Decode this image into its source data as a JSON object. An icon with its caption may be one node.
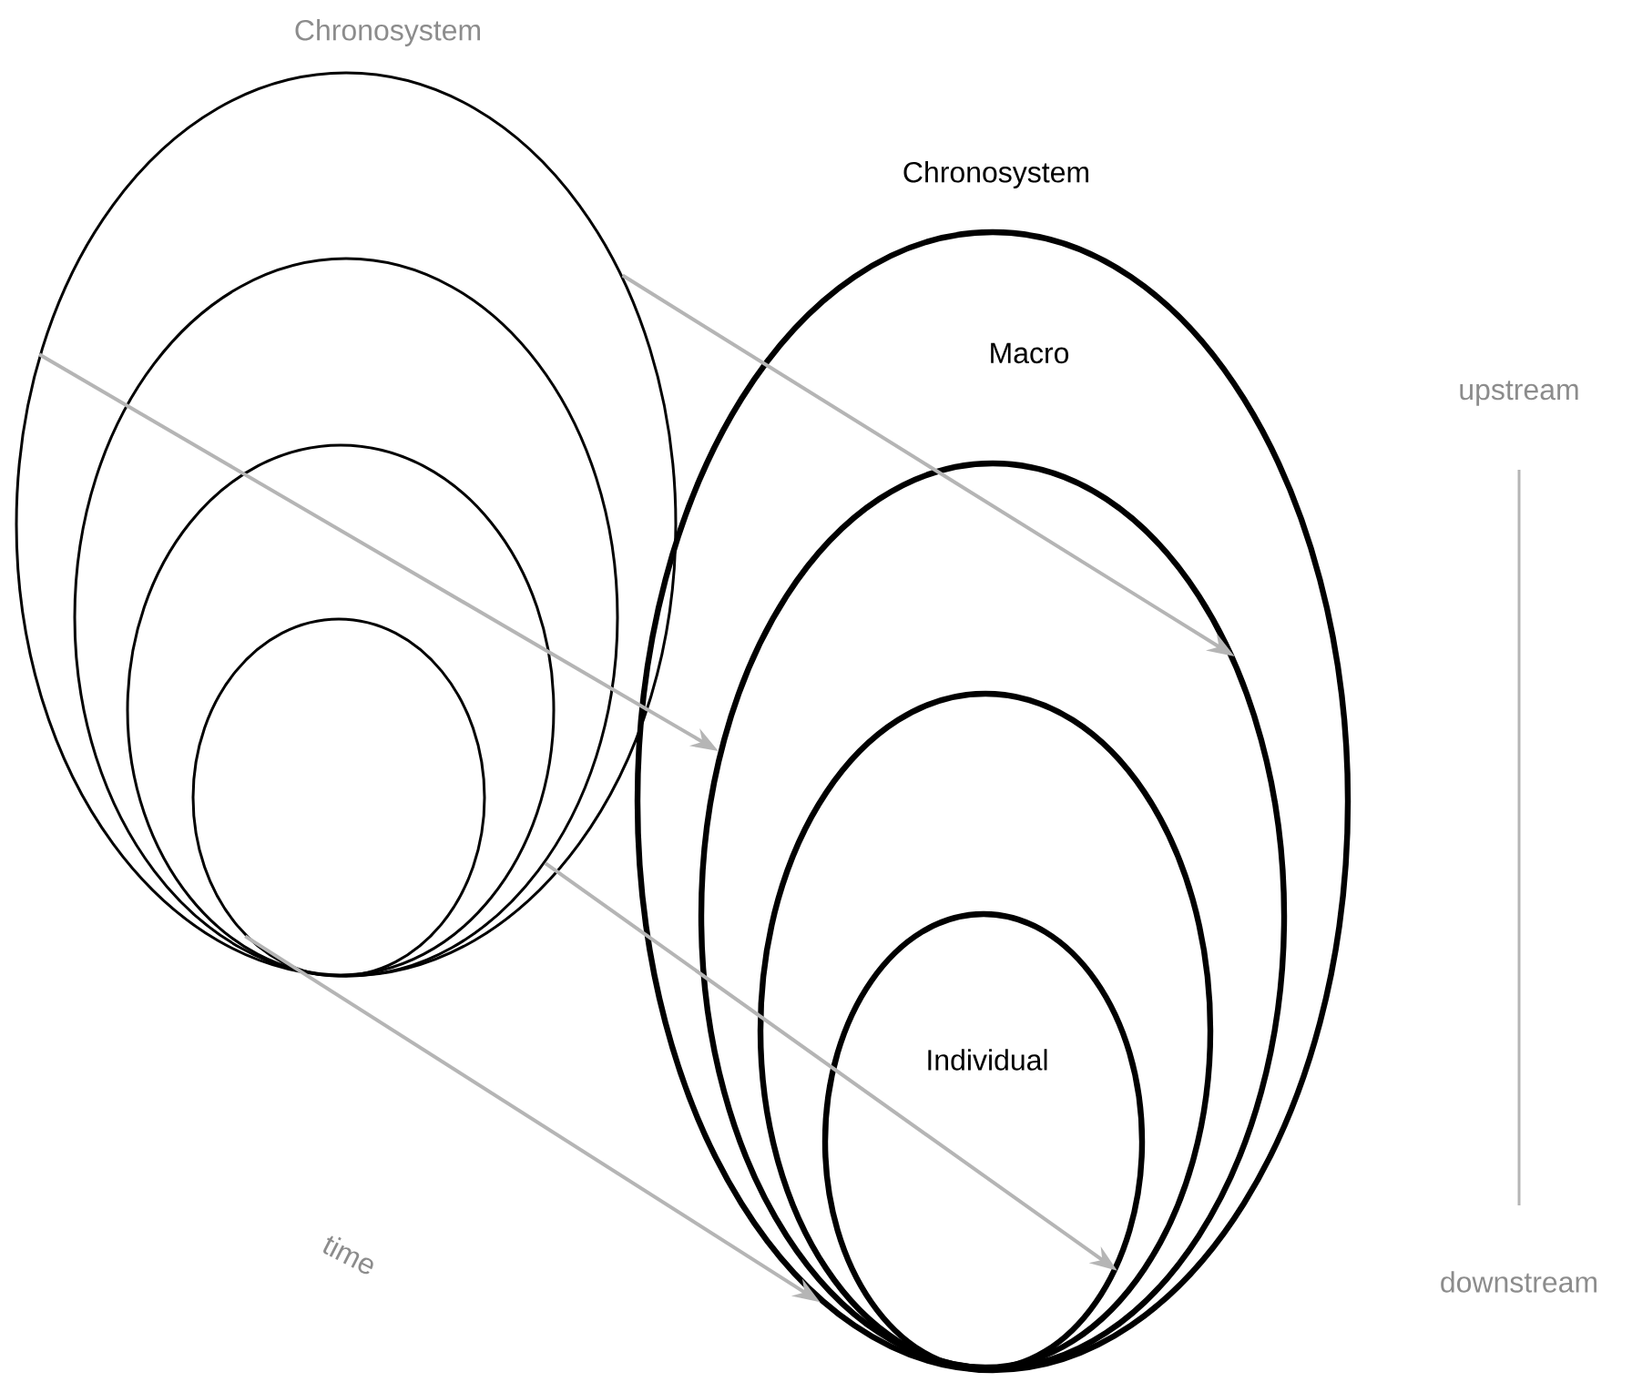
{
  "diagram": {
    "nodes": [
      {
        "text": [
          "Chronosystem"
        ]
      },
      {
        "text": [],
        "shape": "ellipse",
        "in": 0
      },
      {
        "text": [],
        "shape": "ellipse",
        "in": 1
      },
      {
        "text": [],
        "shape": "ellipse",
        "in": 2
      },
      {
        "text": [
          "Chronosystem",
          "Macro"
        ]
      },
      {
        "text": [],
        "shape": "ellipse",
        "in": 4
      },
      {
        "text": [],
        "shape": "ellipse",
        "in": 5
      },
      {
        "text": [
          "Individual"
        ],
        "in": 6
      }
    ],
    "edges": [
      {
        "from": 0,
        "to": 5,
        "arrow": "to"
      },
      {
        "from": 0,
        "to": 5,
        "arrow": "to"
      },
      {
        "from": 1,
        "to": 7,
        "arrow": "to"
      },
      {
        "from": 3,
        "to": 4,
        "arrow": "to"
      }
    ],
    "labels": [
      "time",
      "upstream",
      "downstream"
    ]
  }
}
